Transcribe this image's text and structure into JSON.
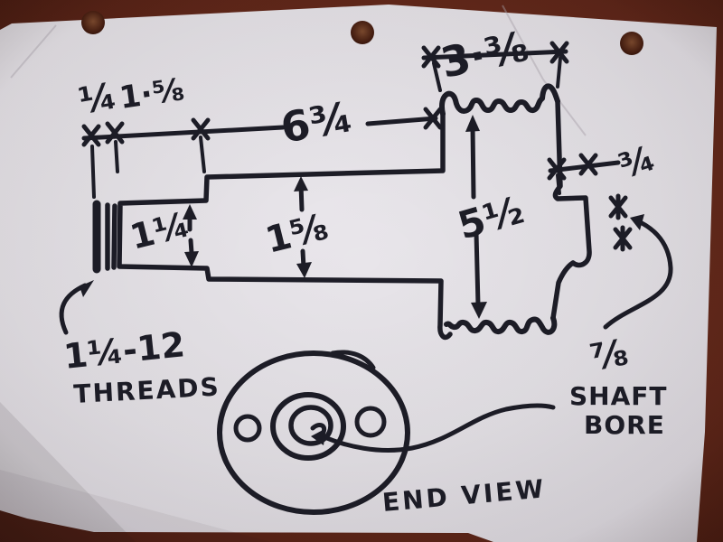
{
  "labels": {
    "dim_thread_relief": "¼",
    "dim_thread_length": "1·⅝",
    "dim_shaft_length": "6¾",
    "dim_hub_width": "3·⅜",
    "dim_small_end_diameter": "1¼",
    "dim_shaft_diameter": "1⅝",
    "dim_pulley_diameter": "5½",
    "dim_step_width": "¾",
    "dim_bore_size": "⅞",
    "thread_spec": "1¼-12",
    "thread_word": "THREADS",
    "bore_word_1": "SHAFT",
    "bore_word_2": "BORE",
    "end_view_caption": "END VIEW"
  },
  "colors": {
    "ink": "#1d1d27",
    "paper": "#e2dfe4",
    "table": "#5e2619",
    "punch_hole": "#59301d"
  }
}
